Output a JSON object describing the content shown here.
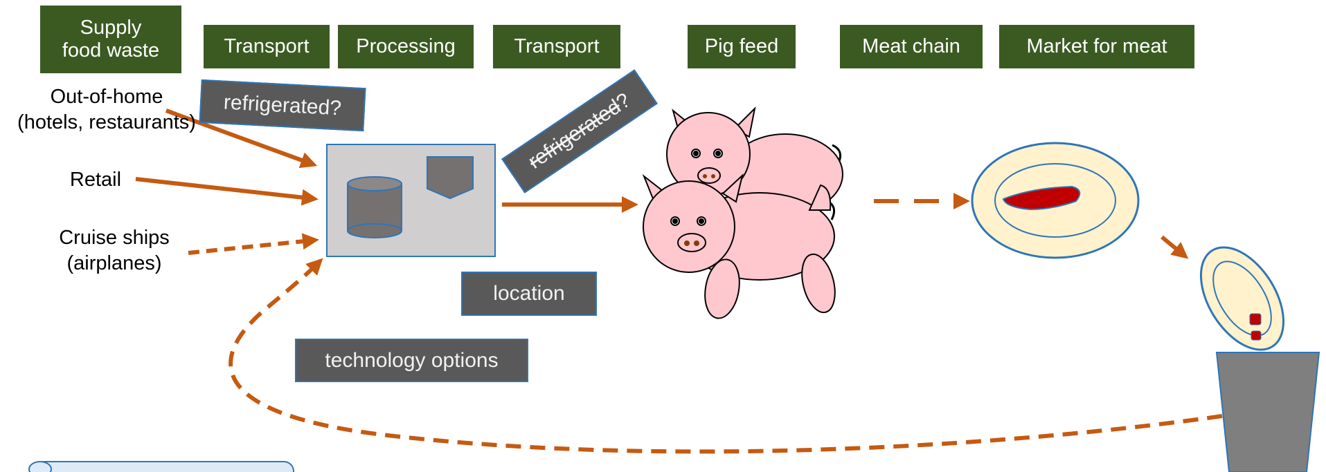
{
  "headers": {
    "supply": "Supply\nfood waste",
    "transport_1": "Transport",
    "processing": "Processing",
    "transport_2": "Transport",
    "pig_feed": "Pig feed",
    "meat_chain": "Meat chain",
    "market": "Market for meat"
  },
  "sources": {
    "out_of_home": "Out-of-home\n(hotels, restaurants)",
    "retail": "Retail",
    "cruise": "Cruise ships\n(airplanes)"
  },
  "tags": {
    "refrigerated_1": "refrigerated?",
    "refrigerated_2_struck": "refrigerated",
    "refrigerated_2_q": "?",
    "location": "location",
    "technology": "technology options"
  },
  "colors": {
    "header_bg": "#3b5a22",
    "arrow": "#c55a11",
    "tag_bg": "#595959",
    "tag_border": "#2e75b6",
    "pig": "#ffc7ce",
    "plate": "#fff2cc",
    "meat": "#c00000",
    "bin": "#7f7f7f"
  }
}
